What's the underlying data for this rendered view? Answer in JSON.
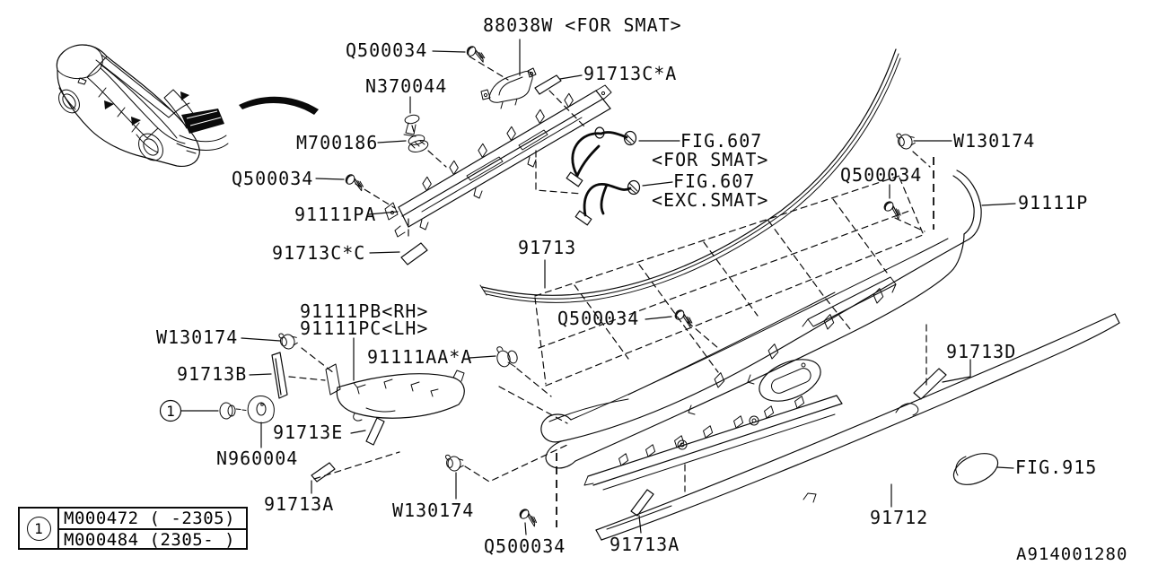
{
  "diagram_id": "A914001280",
  "colors": {
    "line": "#0a0a0a",
    "background": "#ffffff"
  },
  "icons": {
    "screw": "tapping-screw-icon",
    "push_clip": "push-clip-icon",
    "grommet": "grommet-icon",
    "harness": "wire-harness-icon",
    "marker": "circled-number-marker"
  },
  "legend": {
    "symbol": "1",
    "rows": [
      "M000472 ( -2305)",
      "M000484 (2305- )"
    ]
  },
  "labels": {
    "q500034_top": "Q500034",
    "bracket_88038w": "88038W <FOR SMAT>",
    "n370044": "N370044",
    "strip_91713c_a": "91713C*A",
    "m700186": "M700186",
    "q500034_left": "Q500034",
    "garnish_91111pa": "91111PA",
    "strip_91713c_c": "91713C*C",
    "weatherstrip_91713": "91713",
    "fig607_for_smat_ref": "FIG.607",
    "fig607_for_smat_note": "<FOR SMAT>",
    "fig607_exc_smat_ref": "FIG.607",
    "fig607_exc_smat_note": "<EXC.SMAT>",
    "w130174_top_right": "W130174",
    "q500034_right": "Q500034",
    "garnish_91111p": "91111P",
    "q500034_center": "Q500034",
    "bracket_91111pb_rh": "91111PB<RH>",
    "bracket_91111pc_lh": "91111PC<LH>",
    "w130174_left": "W130174",
    "clip_91111aa_a": "91111AA*A",
    "strip_91713b": "91713B",
    "n960004": "N960004",
    "strip_91713e": "91713E",
    "strip_91713a_left": "91713A",
    "w130174_bottom": "W130174",
    "q500034_bottom": "Q500034",
    "strip_91713a_bottom": "91713A",
    "strip_91713d": "91713D",
    "fig915_ref": "FIG.915",
    "garnish_91712": "91712"
  }
}
